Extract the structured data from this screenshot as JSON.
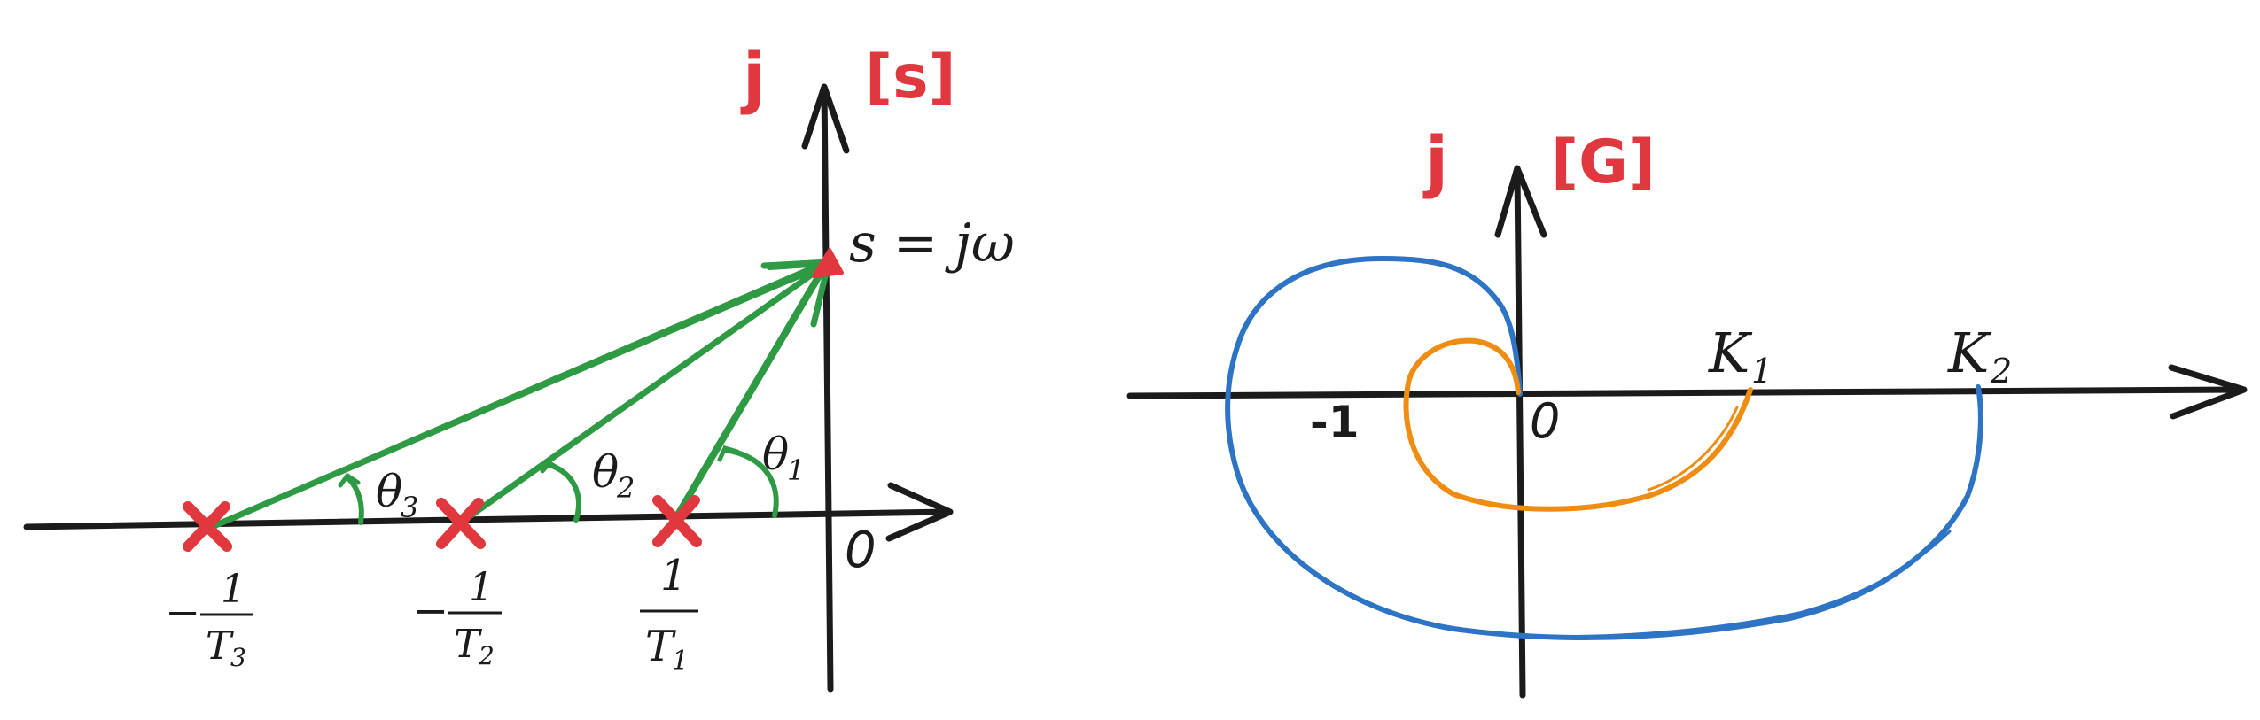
{
  "colors": {
    "axis": "#1b1b1b",
    "label_red": "#e0383e",
    "vector_green": "#2f9a44",
    "curve_blue": "#2d74c4",
    "curve_orange": "#ef8d12",
    "pole_red": "#e0383e"
  },
  "s_plane": {
    "imag_label": "j",
    "plane_label": "[s]",
    "origin_label": "0",
    "point_label": "s = jω",
    "poles": [
      {
        "sign": "−",
        "numerator": "1",
        "denominator": "T",
        "subscript": "3",
        "angle": "θ",
        "angle_sub": "3"
      },
      {
        "sign": "−",
        "numerator": "1",
        "denominator": "T",
        "subscript": "2",
        "angle": "θ",
        "angle_sub": "2"
      },
      {
        "sign": "",
        "numerator": "1",
        "denominator": "T",
        "subscript": "1",
        "angle": "θ",
        "angle_sub": "1"
      }
    ]
  },
  "g_plane": {
    "imag_label": "j",
    "plane_label": "[G]",
    "origin_label": "0",
    "minus_one_label": "-1",
    "curves": [
      {
        "name": "K",
        "sub": "1",
        "color_key": "curve_orange"
      },
      {
        "name": "K",
        "sub": "2",
        "color_key": "curve_blue"
      }
    ]
  }
}
